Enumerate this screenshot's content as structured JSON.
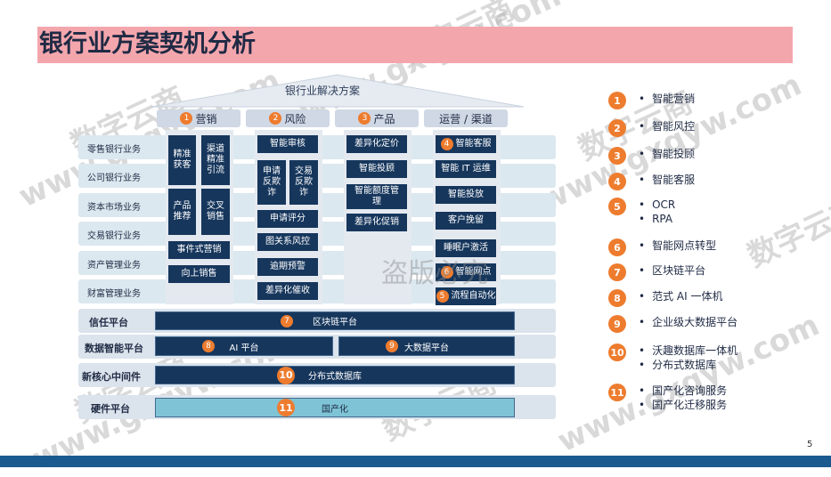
{
  "title": "银行业方案契机分析",
  "page_number": "5",
  "watermark": {
    "a": "数字云商",
    "b": "www.gxqyw.com",
    "overlay": "盗版必究"
  },
  "roof_label": "银行业解决方案",
  "categories": [
    {
      "num": "1",
      "label": "营销"
    },
    {
      "num": "2",
      "label": "风险"
    },
    {
      "num": "3",
      "label": "产品"
    },
    {
      "num": "",
      "label": "运营 / 渠道"
    }
  ],
  "business_rows": [
    "零售银行业务",
    "公司银行业务",
    "资本市场业务",
    "交易银行业务",
    "资产管理业务",
    "财富管理业务"
  ],
  "marketing": {
    "a": "精准\n获客",
    "b": "渠道\n精准\n引流",
    "c": "产品\n推荐",
    "d": "交叉\n销售",
    "e": "事件式营销",
    "f": "向上销售"
  },
  "risk": [
    "智能审核",
    "申请\n反欺\n诈",
    "交易\n反欺\n诈",
    "申请评分",
    "图关系风控",
    "逾期预警",
    "差异化催收"
  ],
  "product": [
    "差异化定价",
    "智能投顾",
    "智能额度管\n理",
    "差异化促销"
  ],
  "operations": [
    {
      "num": "4",
      "label": "智能客服"
    },
    {
      "num": "",
      "label": "智能 IT 运维"
    },
    {
      "num": "",
      "label": "智能投放"
    },
    {
      "num": "",
      "label": "客户挽留"
    },
    {
      "num": "",
      "label": "睡眠户激活"
    },
    {
      "num": "6",
      "label": "智能网点"
    },
    {
      "num": "5",
      "label": "流程自动化"
    }
  ],
  "platforms": [
    {
      "label": "信任平台",
      "bars": [
        {
          "num": "7",
          "text": "区块链平台"
        }
      ]
    },
    {
      "label": "数据智能平台",
      "bars": [
        {
          "num": "8",
          "text": "AI 平台"
        },
        {
          "num": "9",
          "text": "大数据平台"
        }
      ]
    },
    {
      "label": "新核心中间件",
      "bars": [
        {
          "num": "10",
          "text": "分布式数据库"
        }
      ]
    },
    {
      "label": "硬件平台",
      "bars": [
        {
          "num": "11",
          "text": "国产化"
        }
      ]
    }
  ],
  "legend": [
    {
      "num": "1",
      "items": [
        "智能营销"
      ]
    },
    {
      "num": "2",
      "items": [
        "智能风控"
      ]
    },
    {
      "num": "3",
      "items": [
        "智能投顾"
      ]
    },
    {
      "num": "4",
      "items": [
        "智能客服"
      ]
    },
    {
      "num": "5",
      "items": [
        "OCR",
        "RPA"
      ]
    },
    {
      "num": "6",
      "items": [
        "智能网点转型"
      ]
    },
    {
      "num": "7",
      "items": [
        "区块链平台"
      ]
    },
    {
      "num": "8",
      "items": [
        "范式 AI 一体机"
      ]
    },
    {
      "num": "9",
      "items": [
        "企业级大数据平台"
      ]
    },
    {
      "num": "10",
      "items": [
        "沃趣数据库一体机",
        "分布式数据库"
      ]
    },
    {
      "num": "11",
      "items": [
        "国产化咨询服务",
        "国产化迁移服务"
      ]
    }
  ],
  "colors": {
    "title_bg": "#f4a6ad",
    "accent_orange": "#ee7c2e",
    "navy": "#16365c",
    "hardware": "#7ec4d6",
    "footer": "#1a5a8f"
  }
}
